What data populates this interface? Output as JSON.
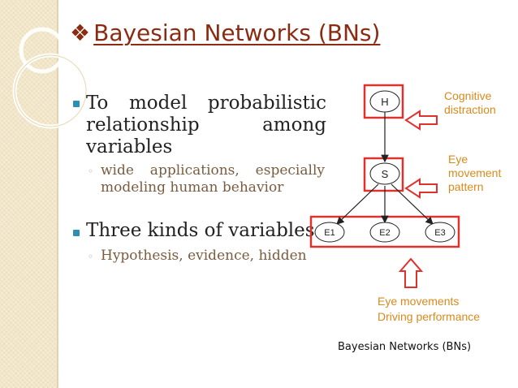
{
  "slide": {
    "title": "Bayesian Networks (BNs)",
    "title_marker": "❖",
    "bullets": [
      {
        "lines": [
          "To model probabilistic",
          "relationship among",
          "variables"
        ],
        "sub": [
          "wide applications, especially",
          "modeling human behavior"
        ]
      },
      {
        "text": "Three kinds of variables",
        "sub": [
          "Hypothesis, evidence, hidden"
        ]
      }
    ]
  },
  "diagram": {
    "nodes": {
      "h": "H",
      "s": "S",
      "e1": "E1",
      "e2": "E2",
      "e3": "E3"
    },
    "labels": {
      "cognitive": [
        "Cognitive",
        "distraction"
      ],
      "eye_pattern": [
        "Eye",
        "movement",
        "pattern"
      ],
      "evidence": [
        "Eye movements",
        "Driving performance"
      ]
    },
    "caption": "Bayesian Networks (BNs)"
  },
  "colors": {
    "title": "#8a2b12",
    "highlight_box": "#e0322c",
    "label_text": "#d88a1c",
    "bullet": "#2e8fb3",
    "sub_text": "#7a5c40"
  }
}
